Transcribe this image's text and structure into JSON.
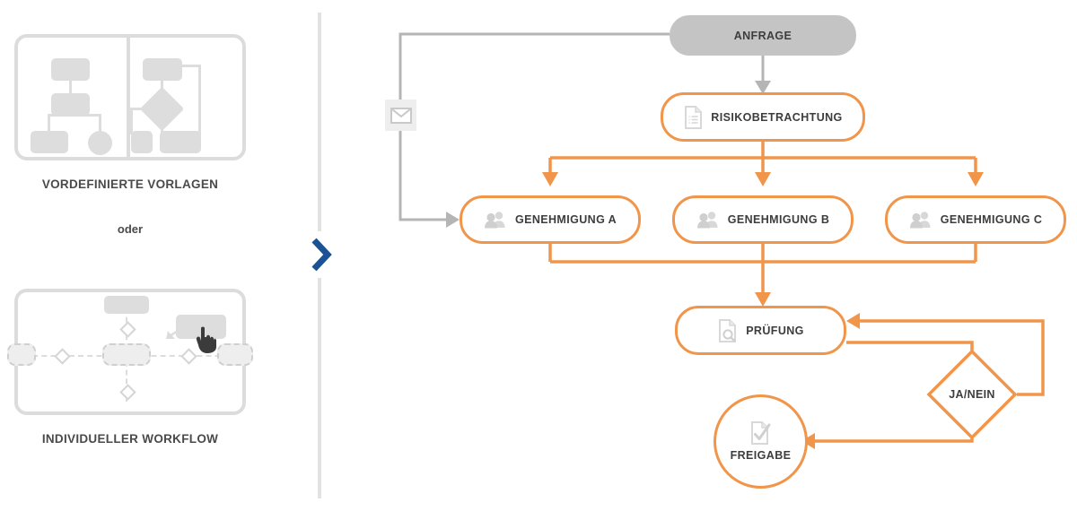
{
  "meta": {
    "title": "Workflow Prozess Diagramm",
    "colors": {
      "accent_orange": "#f0954a",
      "grey_node": "#c4c4c4",
      "grey_line": "#b5b5b5",
      "chevron_blue": "#1b5293",
      "text_dark": "#3d3d3d",
      "illustration_grey": "#dddddd",
      "card_border": "#dcdcdc"
    }
  },
  "left_panel": {
    "templates": {
      "caption": "VORDEFINIERTE VORLAGEN",
      "icon": "flowchart-templates-icon"
    },
    "or_label": "oder",
    "workflow": {
      "caption": "INDIVIDUELLER WORKFLOW",
      "icon": "drag-drop-workflow-icon"
    }
  },
  "divider": {
    "chevron_icon": "chevron-right-icon"
  },
  "flow": {
    "markers": {
      "envelope_icon": "envelope-icon"
    },
    "nodes": [
      {
        "id": "anfrage",
        "label": "ANFRAGE",
        "shape": "rounded-grey",
        "icon": null
      },
      {
        "id": "risikobetrachtung",
        "label": "RISIKOBETRACHTUNG",
        "shape": "rounded-orange",
        "icon": "document-icon"
      },
      {
        "id": "genehmigung_a",
        "label": "GENEHMIGUNG A",
        "shape": "rounded-orange",
        "icon": "users-icon"
      },
      {
        "id": "genehmigung_b",
        "label": "GENEHMIGUNG B",
        "shape": "rounded-orange",
        "icon": "users-icon"
      },
      {
        "id": "genehmigung_c",
        "label": "GENEHMIGUNG C",
        "shape": "rounded-orange",
        "icon": "users-icon"
      },
      {
        "id": "pruefung",
        "label": "PRÜFUNG",
        "shape": "rounded-orange",
        "icon": "document-search-icon"
      },
      {
        "id": "ja_nein",
        "label": "JA/NEIN",
        "shape": "diamond-orange",
        "icon": null
      },
      {
        "id": "freigabe",
        "label": "FREIGABE",
        "shape": "circle-orange",
        "icon": "document-check-icon"
      }
    ],
    "edges": [
      {
        "from": "anfrage",
        "to": "envelope",
        "style": "grey"
      },
      {
        "from": "envelope",
        "to": "genehmigung_a",
        "style": "grey"
      },
      {
        "from": "anfrage",
        "to": "risikobetrachtung",
        "style": "grey-arrow"
      },
      {
        "from": "risikobetrachtung",
        "to": "genehmigung_a",
        "style": "orange"
      },
      {
        "from": "risikobetrachtung",
        "to": "genehmigung_b",
        "style": "orange"
      },
      {
        "from": "risikobetrachtung",
        "to": "genehmigung_c",
        "style": "orange"
      },
      {
        "from": "genehmigung_a",
        "to": "pruefung",
        "style": "orange"
      },
      {
        "from": "genehmigung_b",
        "to": "pruefung",
        "style": "orange"
      },
      {
        "from": "genehmigung_c",
        "to": "pruefung",
        "style": "orange"
      },
      {
        "from": "pruefung",
        "to": "ja_nein",
        "style": "orange"
      },
      {
        "from": "ja_nein",
        "to": "pruefung",
        "style": "orange-loop"
      },
      {
        "from": "ja_nein",
        "to": "freigabe",
        "style": "orange"
      }
    ]
  }
}
